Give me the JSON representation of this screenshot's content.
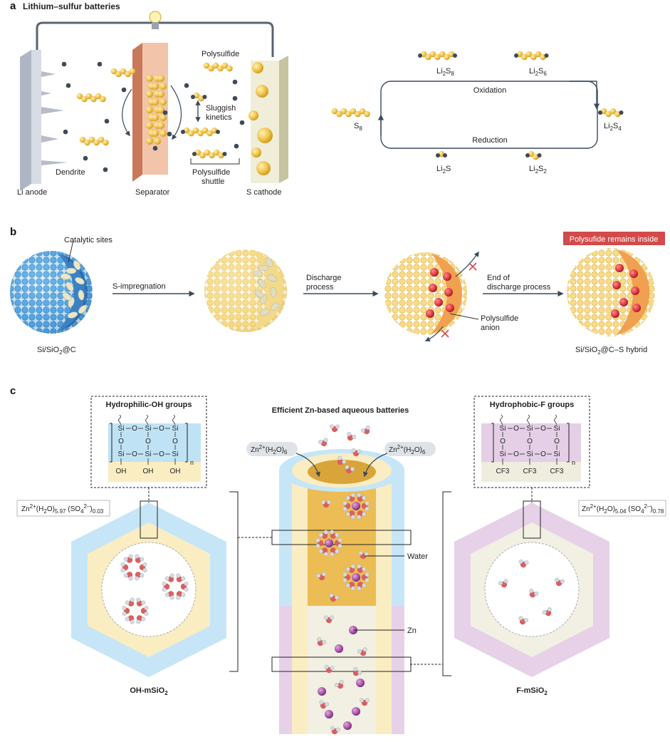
{
  "panel_a": {
    "letter": "a",
    "title": "Lithium–sulfur batteries",
    "labels": {
      "polysulfide": "Polysulfide",
      "sluggish_1": "Sluggish",
      "sluggish_2": "kinetics",
      "dendrite": "Dendrite",
      "shuttle_1": "Polysulfide",
      "shuttle_2": "shuttle",
      "li_anode": "Li anode",
      "separator": "Separator",
      "s_cathode": "S cathode"
    },
    "cycle": {
      "oxidation": "Oxidation",
      "reduction": "Reduction",
      "species": [
        {
          "main": "S",
          "sub": "8",
          "tail": "",
          "tsub": ""
        },
        {
          "main": "Li",
          "sub": "2",
          "tail": "S",
          "tsub": "8"
        },
        {
          "main": "Li",
          "sub": "2",
          "tail": "S",
          "tsub": "6"
        },
        {
          "main": "Li",
          "sub": "2",
          "tail": "S",
          "tsub": "4"
        },
        {
          "main": "Li",
          "sub": "2",
          "tail": "S",
          "tsub": "2"
        },
        {
          "main": "Li",
          "sub": "2",
          "tail": "S",
          "tsub": ""
        }
      ]
    }
  },
  "panel_b": {
    "letter": "b",
    "banner": "Polysufide remains inside",
    "catalytic": "Catalytic sites",
    "step1": "S-impregnation",
    "step2_1": "Discharge",
    "step2_2": "process",
    "step3_1": "End of",
    "step3_2": "discharge process",
    "anion_1": "Polysulfide",
    "anion_2": "anion",
    "left_label": {
      "a": "Si/SiO",
      "s": "2",
      "b": "@C"
    },
    "right_label": {
      "a": "Si/SiO",
      "s": "2",
      "b": "@C–S hybrid"
    }
  },
  "panel_c": {
    "letter": "c",
    "center_title": "Efficient Zn-based aqueous batteries",
    "left_box": "Hydrophilic-OH groups",
    "right_box": "Hydrophobic-F groups",
    "zn_label": {
      "a": "Zn",
      "sup": "2+",
      "b": "(H",
      "s": "2",
      "c": "O)",
      "s2": "6"
    },
    "left_formula": {
      "a": "Zn",
      "sup": "2+",
      "b": "(H",
      "s": "2",
      "c": "O)",
      "s2": "5.97",
      "d": "(SO",
      "s3": "4",
      "sup2": "2–",
      "e": ")",
      "s4": "0.03"
    },
    "right_formula": {
      "a": "Zn",
      "sup": "2+",
      "b": "(H",
      "s": "2",
      "c": "O)",
      "s2": "5.04",
      "d": "(SO",
      "s3": "4",
      "sup2": "2–",
      "e": ")",
      "s4": "0.78"
    },
    "water": "Water",
    "zn": "Zn",
    "left_name": {
      "a": "OH-mSiO",
      "s": "2"
    },
    "right_name": {
      "a": "F-mSiO",
      "s": "2"
    },
    "si": "Si",
    "o": "O",
    "oh": "OH",
    "cf3": "CF3",
    "n": "n"
  },
  "colors": {
    "sulfur": "#f0c24a",
    "electrode": "#c9ced8",
    "separator": "#e8a68a",
    "cathode": "#e9e6c9",
    "banner": "#d24a4a",
    "blue_shell": "#bfe3f5",
    "purple_shell": "#e4cfe6",
    "red_ball": "#d8323a"
  }
}
